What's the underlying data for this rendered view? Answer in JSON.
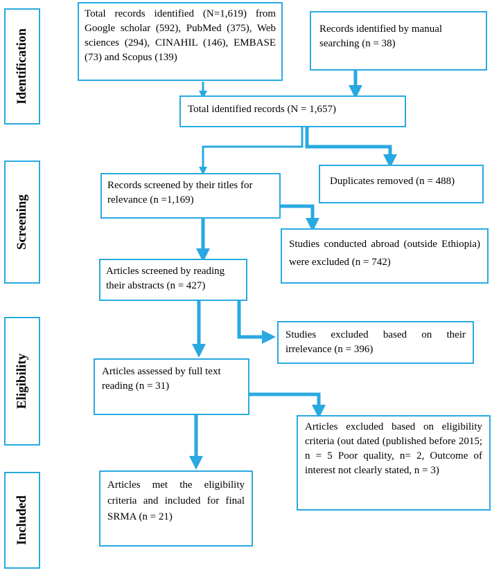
{
  "phases": {
    "identification": "Identification",
    "screening": "Screening",
    "eligibility": "Eligibility",
    "included": "Included"
  },
  "boxes": {
    "db_records": "Total records identified (N=1,619) from Google scholar (592), PubMed (375), Web sciences (294), CINAHIL (146), EMBASE (73) and Scopus (139)",
    "manual_records": "Records identified by manual searching (n = 38)",
    "total_identified": "Total identified records (N = 1,657)",
    "duplicates_removed": "Duplicates removed (n = 488)",
    "title_screened": "Records screened by their titles for relevance (n =1,169)",
    "abroad_excluded": "Studies conducted abroad (outside Ethiopia) were excluded (n = 742)",
    "abstract_screened": "Articles screened by reading their abstracts (n = 427)",
    "irrelevance_excluded": "Studies excluded based on their irrelevance (n = 396)",
    "fulltext_assessed": "Articles assessed by full text reading (n = 31)",
    "eligibility_excluded": "Articles excluded based on eligibility criteria (out dated (published before 2015; n = 5 Poor quality, n= 2, Outcome of interest not clearly stated, n = 3)",
    "included_final": "Articles met the eligibility criteria and included for final SRMA (n = 21)"
  },
  "colors": {
    "border": "#29a9e1",
    "arrow": "#29a9e1"
  }
}
